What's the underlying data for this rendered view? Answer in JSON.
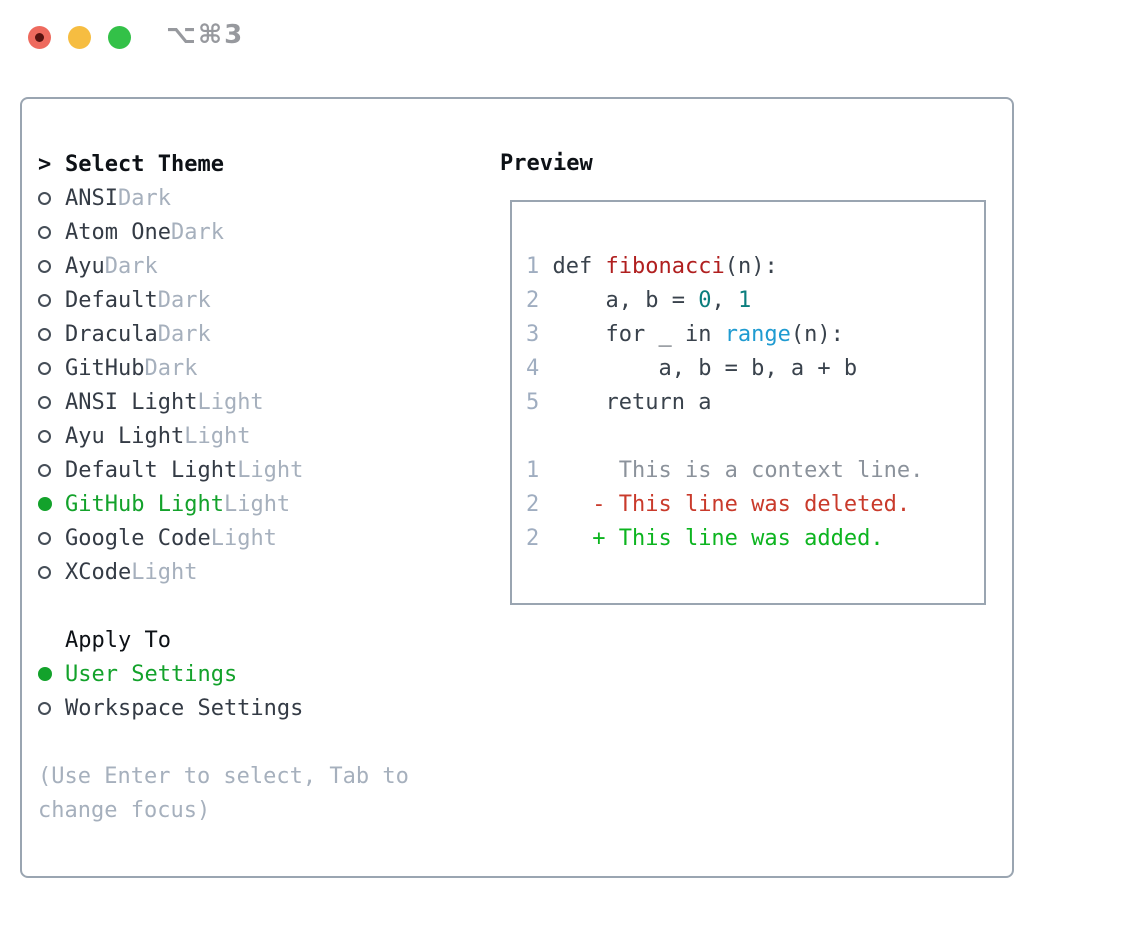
{
  "window": {
    "title": "⌥⌘3"
  },
  "titlebar": {
    "close_label": "close",
    "minimize_label": "minimize",
    "zoom_label": "zoom"
  },
  "theme_panel": {
    "header": {
      "marker": ">",
      "label": "Select Theme"
    },
    "themes": [
      {
        "label": "ANSI",
        "variant": "Dark",
        "selected": false
      },
      {
        "label": "Atom One",
        "variant": "Dark",
        "selected": false
      },
      {
        "label": "Ayu",
        "variant": "Dark",
        "selected": false
      },
      {
        "label": "Default",
        "variant": "Dark",
        "selected": false
      },
      {
        "label": "Dracula",
        "variant": "Dark",
        "selected": false
      },
      {
        "label": "GitHub",
        "variant": "Dark",
        "selected": false
      },
      {
        "label": "ANSI Light",
        "variant": "Light",
        "selected": false
      },
      {
        "label": "Ayu Light",
        "variant": "Light",
        "selected": false
      },
      {
        "label": "Default Light",
        "variant": "Light",
        "selected": false
      },
      {
        "label": "GitHub Light",
        "variant": "Light",
        "selected": true
      },
      {
        "label": "Google Code",
        "variant": "Light",
        "selected": false
      },
      {
        "label": "XCode",
        "variant": "Light",
        "selected": false
      }
    ],
    "apply_to": {
      "header": "Apply To",
      "options": [
        {
          "label": "User Settings",
          "selected": true
        },
        {
          "label": "Workspace Settings",
          "selected": false
        }
      ]
    },
    "help": [
      "(Use Enter to select, Tab to",
      "change focus)"
    ]
  },
  "preview": {
    "title": "Preview",
    "code_lines": [
      {
        "num": "1",
        "segments": [
          {
            "t": " def ",
            "c": "code"
          },
          {
            "t": "fibonacci",
            "c": "func"
          },
          {
            "t": "(n):",
            "c": "code"
          }
        ]
      },
      {
        "num": "2",
        "segments": [
          {
            "t": "     a, b = ",
            "c": "code"
          },
          {
            "t": "0",
            "c": "num"
          },
          {
            "t": ", ",
            "c": "code"
          },
          {
            "t": "1",
            "c": "num"
          }
        ]
      },
      {
        "num": "3",
        "segments": [
          {
            "t": "     for _ in ",
            "c": "code"
          },
          {
            "t": "range",
            "c": "builtin"
          },
          {
            "t": "(n):",
            "c": "code"
          }
        ]
      },
      {
        "num": "4",
        "segments": [
          {
            "t": "         a, b = b, a + b",
            "c": "code"
          }
        ]
      },
      {
        "num": "5",
        "segments": [
          {
            "t": "     return a",
            "c": "code"
          }
        ]
      },
      {
        "num": "",
        "segments": []
      },
      {
        "num": "1",
        "segments": [
          {
            "t": "      This is a context line.",
            "c": "context"
          }
        ]
      },
      {
        "num": "2",
        "segments": [
          {
            "t": "    - This line was deleted.",
            "c": "deleted"
          }
        ]
      },
      {
        "num": "2",
        "segments": [
          {
            "t": "    + This line was added.",
            "c": "added"
          }
        ]
      }
    ]
  },
  "colors": {
    "selection_green": "#13a22b",
    "added_green": "#0cb41f",
    "deleted_red": "#c93a2b",
    "function_red": "#b01f1f",
    "number_teal": "#0b7e7e",
    "builtin_blue": "#1f9bd1",
    "muted_gray": "#a6b0bd",
    "border_gray": "#9aa5b1",
    "text_dark": "#39424c",
    "traffic_red": "#ee6a5e",
    "traffic_yellow": "#f6bd41",
    "traffic_green": "#33c148"
  }
}
